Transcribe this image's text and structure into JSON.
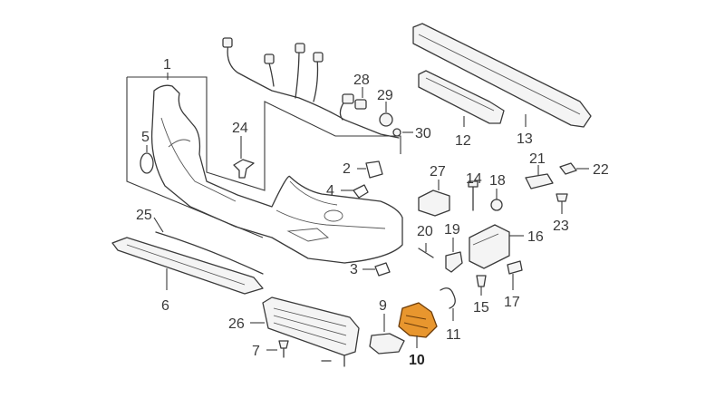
{
  "callouts": {
    "c1": "1",
    "c2": "2",
    "c3": "3",
    "c4": "4",
    "c5": "5",
    "c6": "6",
    "c7": "7",
    "c9": "9",
    "c10": "10",
    "c11": "11",
    "c12": "12",
    "c13": "13",
    "c14": "14",
    "c15": "15",
    "c16": "16",
    "c17": "17",
    "c18": "18",
    "c19": "19",
    "c20": "20",
    "c21": "21",
    "c22": "22",
    "c23": "23",
    "c24": "24",
    "c25": "25",
    "c26": "26",
    "c27": "27",
    "c28": "28",
    "c29": "29",
    "c30": "30"
  },
  "colors": {
    "highlight": "#e8962e",
    "line": "#3a3a3a"
  }
}
